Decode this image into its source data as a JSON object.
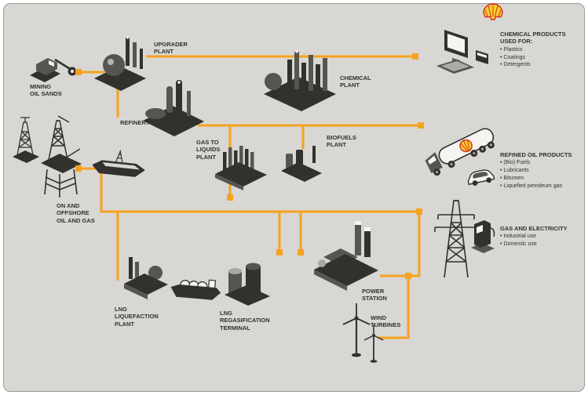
{
  "page": {
    "title": "Energy flow diagram"
  },
  "colors": {
    "background": "#d8d7d3",
    "panel_border": "#9b9a95",
    "connector": "#f6a21f",
    "ink": "#33312d",
    "mid": "#57554f",
    "lite": "#a9a7a1",
    "paper": "#f5f4f1",
    "shell_red": "#d3321e",
    "shell_yellow": "#f9cf30"
  },
  "facilities": {
    "mining": {
      "label": "MINING\nOIL SANDS"
    },
    "upgrader": {
      "label": "UPGRADER\nPLANT"
    },
    "refinery": {
      "label": "REFINERY"
    },
    "chemical_plant": {
      "label": "CHEMICAL\nPLANT"
    },
    "gas_to_liquids": {
      "label": "GAS TO\nLIQUIDS\nPLANT"
    },
    "biofuels": {
      "label": "BIOFUELS\nPLANT"
    },
    "on_offshore": {
      "label": "ON AND\nOFFSHORE\nOIL AND GAS"
    },
    "lng_liquefaction": {
      "label": "LNG\nLIQUEFACTION\nPLANT"
    },
    "lng_regasification": {
      "label": "LNG\nREGASIFICATION\nTERMINAL"
    },
    "power_station": {
      "label": "POWER\nSTATION"
    },
    "wind_turbines": {
      "label": "WIND\nTURBINES"
    }
  },
  "outputs": {
    "chemical_products": {
      "title": "CHEMICAL PRODUCTS\nUSED FOR:",
      "items": [
        "Plastics",
        "Coatings",
        "Detergents"
      ]
    },
    "refined_oil_products": {
      "title": "REFINED OIL PRODUCTS",
      "items": [
        "(Bio) Fuels",
        "Lubricants",
        "Bitumen",
        "Liquefied petroleum gas"
      ]
    },
    "gas_and_electricity": {
      "title": "GAS AND ELECTRICITY",
      "items": [
        "Industrial use",
        "Domestic use"
      ]
    }
  }
}
